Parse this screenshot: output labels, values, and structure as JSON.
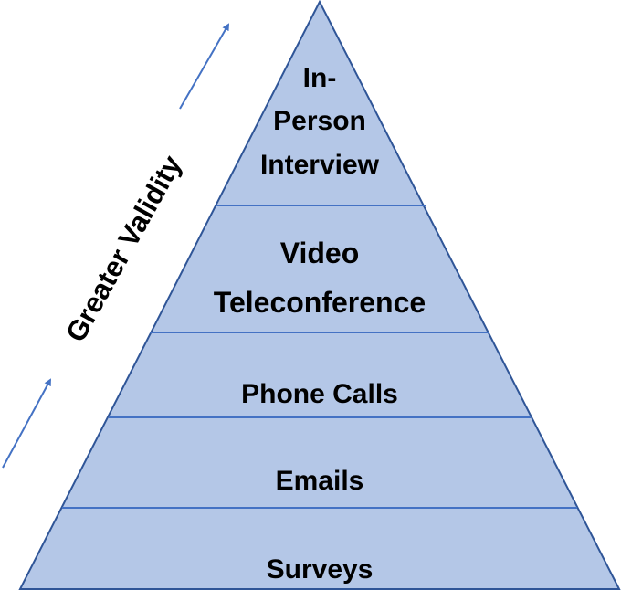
{
  "axis_label": "Greater Validity",
  "levels": [
    {
      "lines": [
        "In-",
        "Person",
        "Interview"
      ]
    },
    {
      "lines": [
        "Video",
        "Teleconference"
      ]
    },
    {
      "lines": [
        "Phone Calls"
      ]
    },
    {
      "lines": [
        "Emails"
      ]
    },
    {
      "lines": [
        "Surveys"
      ]
    }
  ],
  "colors": {
    "fill": "#b4c7e7",
    "edge": "#2f5597",
    "divider": "#4472c4",
    "arrow": "#4472c4"
  }
}
